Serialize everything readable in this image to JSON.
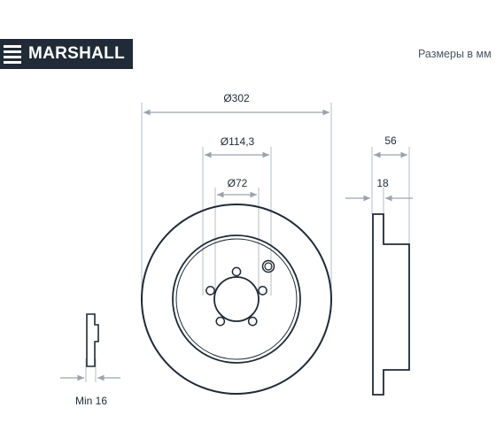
{
  "brand": {
    "name": "MARSHALL",
    "logo_icon": "marshall-logo-icon",
    "colors": {
      "logo_bg": "#202b37",
      "logo_fg": "#ffffff",
      "line": "#1e2a36",
      "dimension_line": "#9aa3ad"
    }
  },
  "units_note": "Размеры в мм",
  "dimensions": {
    "outer_diameter": "Ø302",
    "bolt_circle": "Ø114,3",
    "center_bore": "Ø72",
    "overall_height": "56",
    "disc_thickness": "18",
    "min_thickness": "Min 16"
  }
}
